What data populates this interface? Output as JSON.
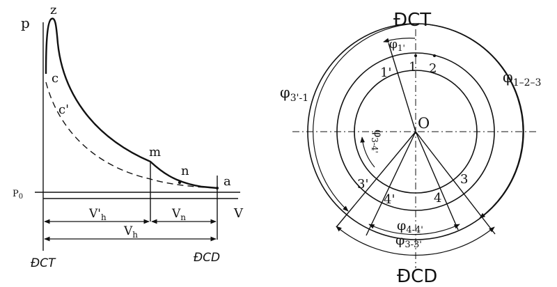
{
  "left": {
    "axis_p": "p",
    "axis_v": "V",
    "p0_main": "P",
    "p0_sub": "0",
    "pt_z": "z",
    "pt_c": "c",
    "pt_cprime": "c'",
    "pt_m": "m",
    "pt_n": "n",
    "pt_a": "a",
    "vh_prime_main": "V'",
    "vh_prime_sub": "h",
    "vn_main": "V",
    "vn_sub": "n",
    "vh_main": "V",
    "vh_sub": "h",
    "dct": "ĐCT",
    "dcd": "ĐCD"
  },
  "right": {
    "dct": "ĐCT",
    "dcd": "ĐCD",
    "center": "O",
    "lbl_1": "1",
    "lbl_1prime": "1'",
    "lbl_2": "2",
    "lbl_3": "3",
    "lbl_3prime": "3'",
    "lbl_4": "4",
    "lbl_4prime": "4'",
    "phi": "φ",
    "phi1_sub": "1'",
    "phi123_sub": "1–2–3",
    "phi31_sub": "3'-1",
    "phi34_sub": "3-4'",
    "phi44_sub": "4-4'",
    "phi33_sub": "3-3'"
  }
}
